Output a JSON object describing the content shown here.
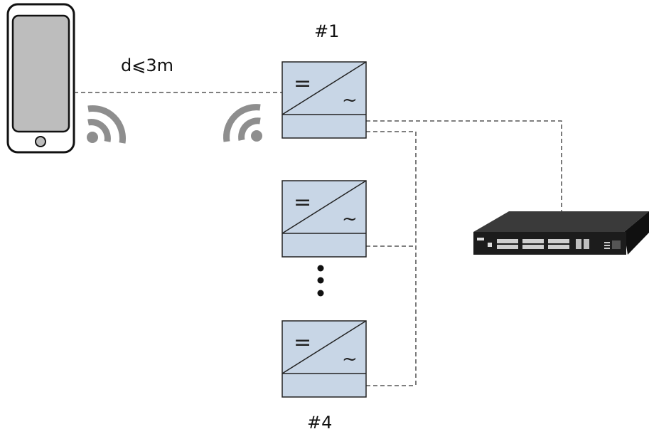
{
  "labels": {
    "top_unit": "#1",
    "distance": "d⩽3m",
    "bottom_unit": "#4"
  },
  "symbols": {
    "dc": "=",
    "ac": "~"
  },
  "icons": {
    "phone": "smartphone-icon",
    "wifi": "wifi-signal-icon",
    "inverter": "inverter-icon",
    "switch": "network-switch-icon",
    "ellipsis": "vertical-ellipsis-icon"
  },
  "colors": {
    "inverter_fill": "#c8d6e6",
    "phone_screen": "#bdbdbd",
    "wifi": "#8e8e8e",
    "switch_body": "#1c1c1c",
    "line": "#333333"
  }
}
